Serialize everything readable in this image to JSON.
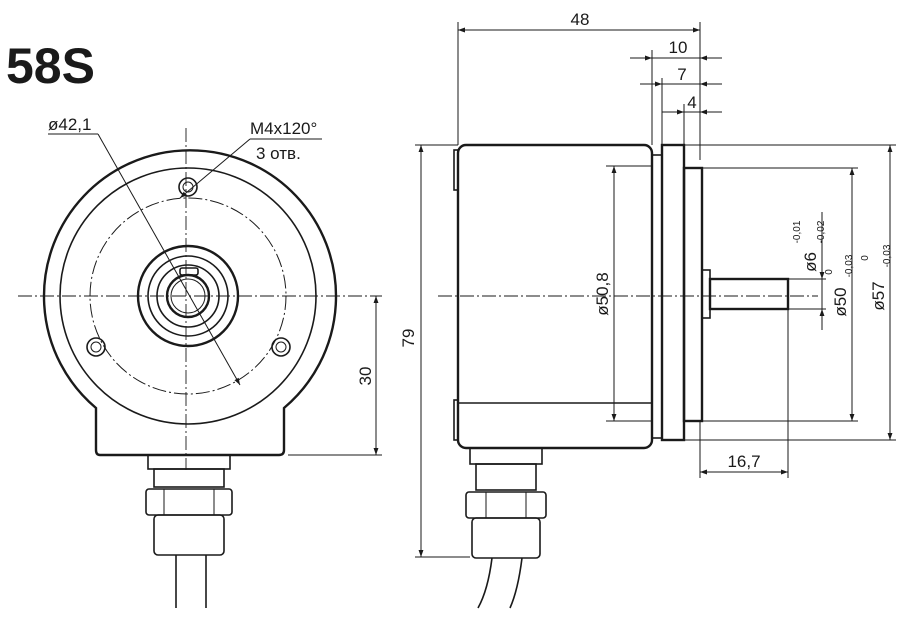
{
  "title": "58S",
  "labels": {
    "bolt_circle": "ø42,1",
    "thread": "M4x120°",
    "holes": "3 отв.",
    "overall_length": "48",
    "flange_offset": "10",
    "flange_thickness": "7",
    "spigot_depth": "4",
    "body_diameter": "ø50,8",
    "total_height": "79",
    "front_offset": "30",
    "shaft_length": "16,7",
    "shaft_diameter": "ø6",
    "shaft_tol_upper": "-0,01",
    "shaft_tol_lower": "-0,02",
    "spigot_diameter": "ø50",
    "spigot_tol_upper": "0",
    "spigot_tol_lower": "-0,03",
    "flange_diameter": "ø57",
    "flange_tol_upper": "0",
    "flange_tol_lower": "-0,03"
  },
  "colors": {
    "line": "#1a1a1a",
    "background": "#ffffff"
  }
}
